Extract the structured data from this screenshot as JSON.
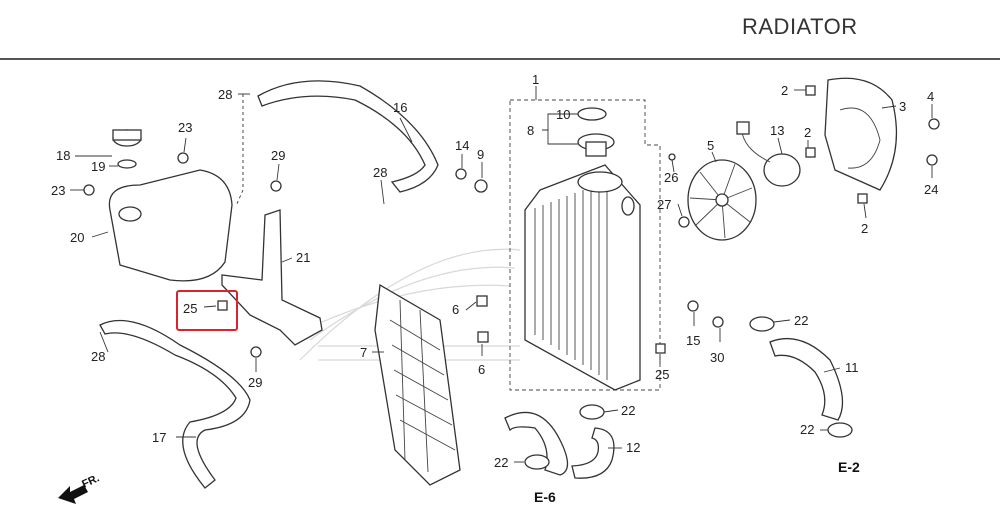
{
  "title": "RADIATOR",
  "highlight_label": "25",
  "highlight_color": "#d9232e",
  "direction_label": "FR.",
  "references": [
    "E-6",
    "E-2"
  ],
  "callouts": [
    {
      "id": "c1",
      "text": "1"
    },
    {
      "id": "c2a",
      "text": "2"
    },
    {
      "id": "c2b",
      "text": "2"
    },
    {
      "id": "c2c",
      "text": "2"
    },
    {
      "id": "c3",
      "text": "3"
    },
    {
      "id": "c4",
      "text": "4"
    },
    {
      "id": "c5",
      "text": "5"
    },
    {
      "id": "c6a",
      "text": "6"
    },
    {
      "id": "c6b",
      "text": "6"
    },
    {
      "id": "c7",
      "text": "7"
    },
    {
      "id": "c8",
      "text": "8"
    },
    {
      "id": "c9",
      "text": "9"
    },
    {
      "id": "c10",
      "text": "10"
    },
    {
      "id": "c11",
      "text": "11"
    },
    {
      "id": "c12",
      "text": "12"
    },
    {
      "id": "c13",
      "text": "13"
    },
    {
      "id": "c14",
      "text": "14"
    },
    {
      "id": "c15",
      "text": "15"
    },
    {
      "id": "c16",
      "text": "16"
    },
    {
      "id": "c17",
      "text": "17"
    },
    {
      "id": "c18",
      "text": "18"
    },
    {
      "id": "c19",
      "text": "19"
    },
    {
      "id": "c20",
      "text": "20"
    },
    {
      "id": "c21",
      "text": "21"
    },
    {
      "id": "c22a",
      "text": "22"
    },
    {
      "id": "c22b",
      "text": "22"
    },
    {
      "id": "c22c",
      "text": "22"
    },
    {
      "id": "c22d",
      "text": "22"
    },
    {
      "id": "c23a",
      "text": "23"
    },
    {
      "id": "c23b",
      "text": "23"
    },
    {
      "id": "c24",
      "text": "24"
    },
    {
      "id": "c25b",
      "text": "25"
    },
    {
      "id": "c26",
      "text": "26"
    },
    {
      "id": "c27",
      "text": "27"
    },
    {
      "id": "c28a",
      "text": "28"
    },
    {
      "id": "c28b",
      "text": "28"
    },
    {
      "id": "c28c",
      "text": "28"
    },
    {
      "id": "c29a",
      "text": "29"
    },
    {
      "id": "c29b",
      "text": "29"
    },
    {
      "id": "c30",
      "text": "30"
    }
  ]
}
